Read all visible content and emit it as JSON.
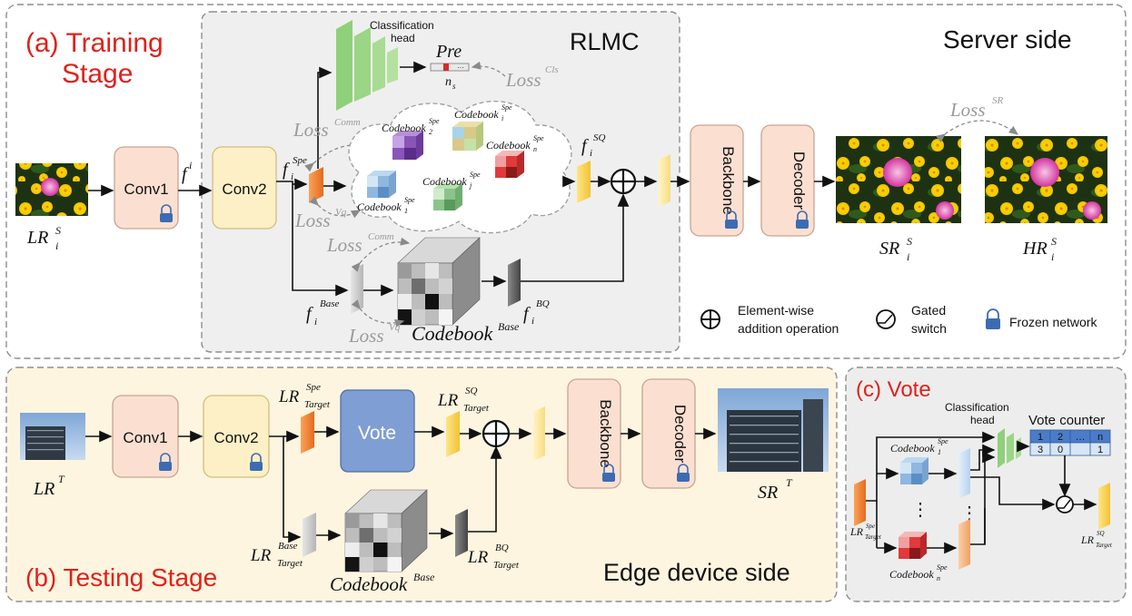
{
  "panels": {
    "training_title_1": "(a) Training",
    "training_title_2": "Stage",
    "server_side": "Server side",
    "rlmc": "RLMC",
    "testing_title": "(b) Testing Stage",
    "edge_side": "Edge device side",
    "vote_title": "(c) Vote"
  },
  "training": {
    "conv1": "Conv1",
    "conv2": "Conv2",
    "backbone": "Backbone",
    "decoder": "Decoder",
    "cls_head_1": "Classification",
    "cls_head_2": "head",
    "pre": "Pre",
    "ns": "n",
    "ns_sub": "s",
    "loss": "Loss",
    "loss_cls": "Cls",
    "loss_comm": "Comm",
    "loss_vq": "Vq",
    "loss_sr": "SR",
    "f": "f",
    "sup_i": "i",
    "sub_i": "i",
    "spe": "Spe",
    "base": "Base",
    "sq": "SQ",
    "bq": "BQ",
    "codebook": "Codebook",
    "codebook_sub_1": "1",
    "codebook_sub_2": "2",
    "codebook_sub_i": "i",
    "codebook_sub_j": "j",
    "codebook_sub_n": "n",
    "lr": "LR",
    "sr": "SR",
    "hr": "HR",
    "sup_s": "S"
  },
  "legend": {
    "add_1": "Element-wise",
    "add_2": "addition operation",
    "gate_1": "Gated",
    "gate_2": "switch",
    "frozen": "Frozen network"
  },
  "testing": {
    "conv1": "Conv1",
    "conv2": "Conv2",
    "vote": "Vote",
    "backbone": "Backbone",
    "decoder": "Decoder",
    "lr": "LR",
    "sr": "SR",
    "sup_t": "T",
    "target": "Target",
    "spe": "Spe",
    "sq": "SQ",
    "base": "Base",
    "bq": "BQ",
    "codebook": "Codebook",
    "base_sup": "Base"
  },
  "vote": {
    "cls_head": "Classification",
    "cls_head_2": "head",
    "vote_counter": "Vote counter",
    "counter_header": [
      "1",
      "2",
      "…",
      "n"
    ],
    "counter_values": [
      "3",
      "0",
      "",
      "1"
    ],
    "codebook": "Codebook",
    "spe": "Spe",
    "sub_1": "1",
    "sub_n": "n",
    "dots": "⋮",
    "lr": "LR",
    "target": "Target",
    "sq": "SQ"
  }
}
